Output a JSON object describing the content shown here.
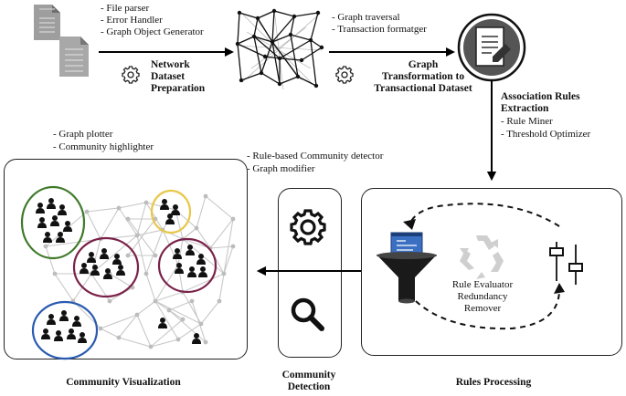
{
  "top_left_notes": [
    "- File parser",
    "- Error Handler",
    "- Graph Object Generator"
  ],
  "step1_title": [
    "Network",
    "Dataset",
    "Preparation"
  ],
  "top_mid_notes": [
    "- Graph traversal",
    "- Transaction formatger"
  ],
  "step2_title": [
    "Graph",
    "Transformation to",
    "Transactional Dataset"
  ],
  "step3_title": [
    "Association Rules",
    "Extraction"
  ],
  "step3_notes": [
    "- Rule Miner",
    "- Threshold Optimizer"
  ],
  "left_notes": [
    "- Graph plotter",
    "- Community highlighter"
  ],
  "mid_notes": [
    "- Rule-based Community detector",
    "- Graph modifier"
  ],
  "rules_center": [
    "Rule Evaluator",
    "Redundancy",
    "Remover"
  ],
  "captions": {
    "community_visualization": "Community Visualization",
    "community_detection": [
      "Community",
      "Detection"
    ],
    "rules_processing": "Rules Processing"
  },
  "colors": {
    "community_green": "#3f7a2a",
    "community_yellow": "#e8c84a",
    "community_purple": "#7a2249",
    "community_blue": "#2a5bb0",
    "graph_edges": "#c8c8c8"
  },
  "icons": [
    "document-stack-icon",
    "gear-icon",
    "network-graph-icon",
    "document-edit-icon",
    "funnel-icon",
    "recycle-icon",
    "slider-icon",
    "magnifier-icon",
    "person-icon"
  ]
}
